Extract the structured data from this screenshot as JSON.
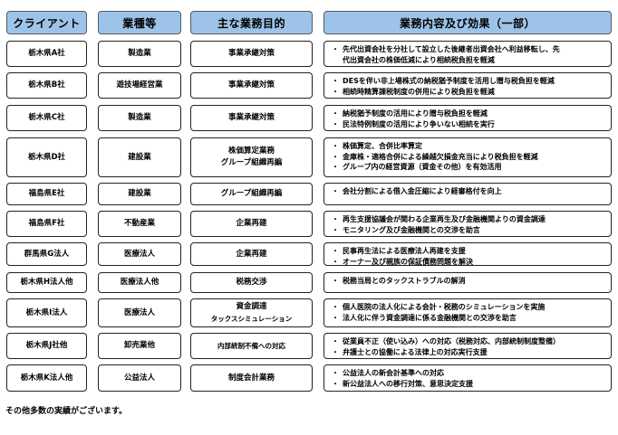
{
  "headers": {
    "client": "クライアント",
    "industry": "業種等",
    "purpose": "主な業務目的",
    "content": "業務内容及び効果（一部）"
  },
  "rows": [
    {
      "client": "栃木県A社",
      "industry": "製造業",
      "purpose": [
        "事業承継対策"
      ],
      "details": [
        [
          "先代出資会社を分社して設立した後継者出資会社へ利益移転し、先",
          "代出資会社の株価低減により相続税負担を軽減"
        ]
      ]
    },
    {
      "client": "栃木県B社",
      "industry": "遊技場経営業",
      "purpose": [
        "事業承継対策"
      ],
      "details": [
        [
          "DESを伴い非上場株式の納税猶予制度を活用し贈与税負担を軽減"
        ],
        [
          "相続時精算課税制度の併用により税負担を軽減"
        ]
      ]
    },
    {
      "client": "栃木県C社",
      "industry": "製造業",
      "purpose": [
        "事業承継対策"
      ],
      "details": [
        [
          "納税猶予制度の活用により贈与税負担を軽減"
        ],
        [
          "民法特例制度の活用により争いない相続を実行"
        ]
      ]
    },
    {
      "client": "栃木県D社",
      "industry": "建設業",
      "purpose": [
        "株価算定業務",
        "グループ組織再編"
      ],
      "details": [
        [
          "株価算定、合併比率算定"
        ],
        [
          "金庫株・適格合併による繰越欠損金充当により税負担を軽減"
        ],
        [
          "グループ内の経営資源（資金その他）を有効活用"
        ]
      ]
    },
    {
      "client": "福島県E社",
      "industry": "建設業",
      "purpose": [
        "グループ組織再編"
      ],
      "details": [
        [
          "会社分割による借入金圧縮により経審格付を向上"
        ]
      ]
    },
    {
      "client": "福島県F社",
      "industry": "不動産業",
      "purpose": [
        "企業再建"
      ],
      "details": [
        [
          "再生支援協議会が関わる企業再生及び金融機関よりの資金調達"
        ],
        [
          "モニタリング及び金融機関との交渉を助言"
        ]
      ]
    },
    {
      "client": "群馬県G法人",
      "industry": "医療法人",
      "purpose": [
        "企業再建"
      ],
      "details": [
        [
          "民事再生法による医療法人再建を支援"
        ],
        [
          "オーナー及び親族の保証債務問題を解決"
        ]
      ]
    },
    {
      "client": "栃木県H法人他",
      "industry": "医療法人他",
      "purpose": [
        "税務交渉"
      ],
      "details": [
        [
          "税務当局とのタックストラブルの解消"
        ]
      ]
    },
    {
      "client": "栃木県I法人",
      "industry": "医療法人",
      "purpose": [
        "資金調達",
        "タックスシミュレーション"
      ],
      "details": [
        [
          "個人医院の法人化による会計・税務のシミュレーションを実施"
        ],
        [
          "法人化に伴う資金調達に係る金融機関との交渉を助言"
        ]
      ]
    },
    {
      "client": "栃木県J社他",
      "industry": "卸売業他",
      "purpose": [
        "内部統制不備への対応"
      ],
      "details": [
        [
          "従業員不正（使い込み）への対応（税務対応、内部統制制度整備）"
        ],
        [
          "弁護士との協働による法律上の対応実行支援"
        ]
      ]
    },
    {
      "client": "栃木県K法人他",
      "industry": "公益法人",
      "purpose": [
        "制度会計業務"
      ],
      "details": [
        [
          "公益法人の新会計基準への対応"
        ],
        [
          "新公益法人への移行対策、意思決定支援"
        ]
      ]
    }
  ],
  "footer": "その他多数の実績がございます。"
}
